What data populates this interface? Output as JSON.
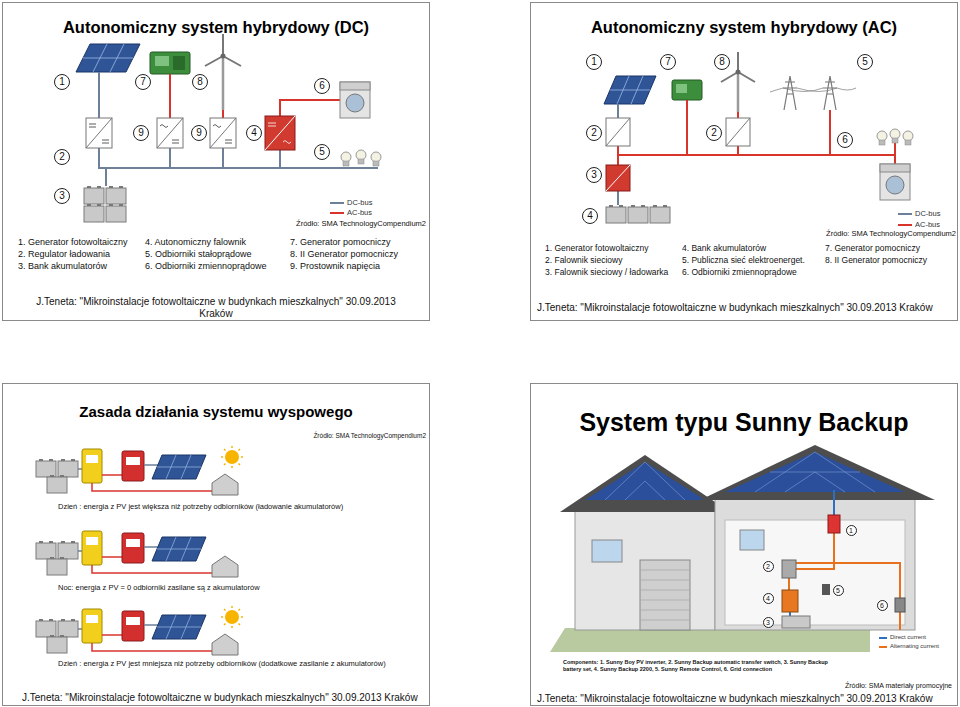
{
  "diagram": {
    "nodes": [
      {
        "text": [
          "Autonomiczny system hybrydowy (DC)",
          "1. Generator fotowoltaiczny",
          "2. Regulator ładowania",
          "3. Bank akumulatorów",
          "4. Autonomiczny falownik",
          "5. Odbiorniki stałoprądowe",
          "6. Odbiorniki zmiennoprądowe",
          "7. Generator pomocniczy",
          "8. II Generator pomocniczy",
          "9. Prostownik napięcia",
          "Źródło: SMA TechnologyCompendium2",
          "J.Teneta: \"Mikroinstalacje fotowoltaiczne w budynkach mieszkalnych\" 30.09.2013 Kraków"
        ]
      },
      {
        "text": [
          "1"
        ],
        "in": 0
      },
      {
        "text": [
          "7"
        ],
        "in": 0
      },
      {
        "text": [
          "8"
        ],
        "in": 0
      },
      {
        "text": [
          "6"
        ],
        "in": 0
      },
      {
        "text": [
          "9"
        ],
        "in": 0
      },
      {
        "text": [
          "9"
        ],
        "in": 0
      },
      {
        "text": [
          "4"
        ],
        "in": 0
      },
      {
        "text": [
          "2"
        ],
        "in": 0
      },
      {
        "text": [
          "5"
        ],
        "in": 0
      },
      {
        "text": [
          "3"
        ],
        "in": 0
      },
      {
        "text": [
          "Autonomiczny system hybrydowy (AC)",
          "1. Generator fotowoltaiczny",
          "2. Falownik sieciowy",
          "3. Falownik sieciowy / ładowarka",
          "4. Bank akumulatorów",
          "5. Publiczna sieć elektroenerget.",
          "6. Odbiorniki zmiennoprądowe",
          "7. Generator pomocniczy",
          "8. II Generator pomocniczy",
          "Źródło: SMA TechnologyCompendium2",
          "J.Teneta: \"Mikroinstalacje fotowoltaiczne w budynkach mieszkalnych\" 30.09.2013 Kraków"
        ]
      },
      {
        "text": [
          "1"
        ],
        "in": 11
      },
      {
        "text": [
          "7"
        ],
        "in": 11
      },
      {
        "text": [
          "8"
        ],
        "in": 11
      },
      {
        "text": [
          "5"
        ],
        "in": 11
      },
      {
        "text": [
          "2"
        ],
        "in": 11
      },
      {
        "text": [
          "2"
        ],
        "in": 11
      },
      {
        "text": [
          "6"
        ],
        "in": 11
      },
      {
        "text": [
          "3"
        ],
        "in": 11
      },
      {
        "text": [
          "4"
        ],
        "in": 11
      },
      {
        "text": [
          "Zasada działania systemu wyspowego",
          "Źródło: SMA TechnologyCompendium2",
          "Dzień : energia z PV jest większa niż potrzeby odbiorników (ładowanie akumulatorów)",
          "Noc: energia z PV = 0 odbiorniki zasilane są z akumulatorów",
          "Dzień : energia z PV jest mniejsza niż potrzeby odbiorników (dodatkowe zasilanie z akumulatorów)",
          "J.Teneta: \"Mikroinstalacje fotowoltaiczne w budynkach mieszkalnych\" 30.09.2013 Kraków"
        ]
      },
      {
        "text": [
          "System typu Sunny Backup",
          "Components: 1. Sunny Boy PV inverter, 2. Sunny Backup automatic transfer switch, 3. Sunny Backup battery set, 4. Sunny Backup 2200, 5. Sunny Remote Control, 6. Grid connection",
          "Źródło: SMA materiały promocyjne",
          "J.Teneta: \"Mikroinstalacje fotowoltaiczne w budynkach mieszkalnych\" 30.09.2013 Kraków"
        ]
      },
      {
        "text": [
          "1"
        ],
        "in": 22
      },
      {
        "text": [
          "2"
        ],
        "in": 22
      },
      {
        "text": [
          "3"
        ],
        "in": 22
      },
      {
        "text": [
          "4"
        ],
        "in": 22
      },
      {
        "text": [
          "5"
        ],
        "in": 22
      },
      {
        "text": [
          "6"
        ],
        "in": 22
      }
    ],
    "legend": [
      {
        "text": "DC-bus"
      },
      {
        "text": "AC-bus"
      },
      {
        "text": "DC-bus"
      },
      {
        "text": "AC-bus"
      },
      {
        "text": "Direct current"
      },
      {
        "text": "Alternating current"
      }
    ]
  }
}
